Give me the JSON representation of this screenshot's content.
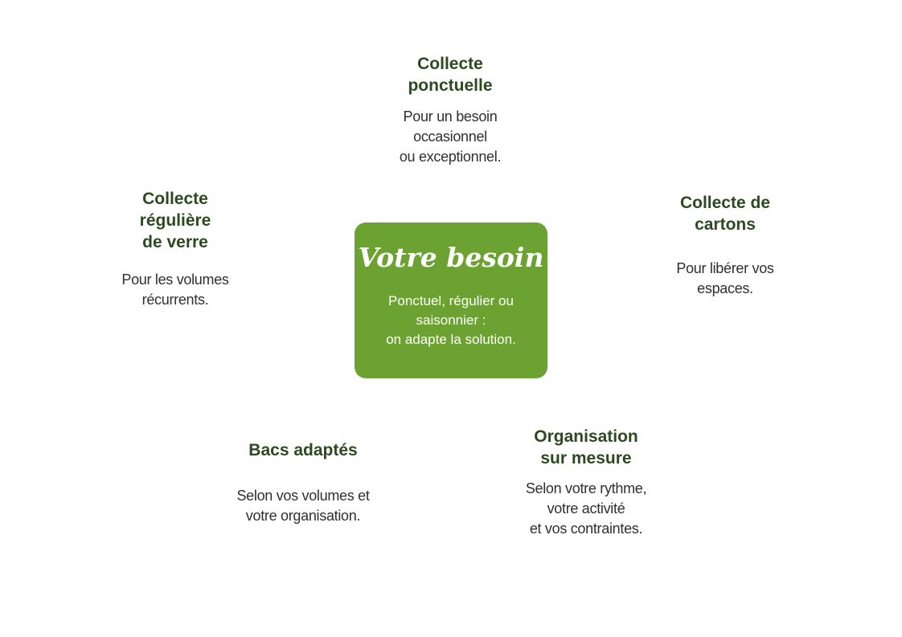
{
  "center": {
    "title": "Votre besoin",
    "description": "Ponctuel, régulier ou\nsaisonnier :\non adapte la solution.",
    "color": "#6ca232"
  },
  "nodes": {
    "ponctuelle": {
      "title": "Collecte\nponctuelle",
      "description": "Pour un besoin\noccasionnel\nou exceptionnel."
    },
    "cartons": {
      "title": "Collecte de\ncartons",
      "description": "Pour libérer vos\nespaces."
    },
    "sur_mesure": {
      "title": "Organisation\nsur mesure",
      "description": "Selon votre rythme,\nvotre activité\net vos contraintes."
    },
    "bacs": {
      "title": "Bacs adaptés",
      "description": "Selon vos volumes et\nvotre organisation."
    },
    "verre": {
      "title": "Collecte\nrégulière\nde verre",
      "description": "Pour les volumes\nrécurrents."
    }
  },
  "colors": {
    "title_text": "#2b4a1f",
    "body_text": "#2f2f2f",
    "background": "#ffffff"
  }
}
